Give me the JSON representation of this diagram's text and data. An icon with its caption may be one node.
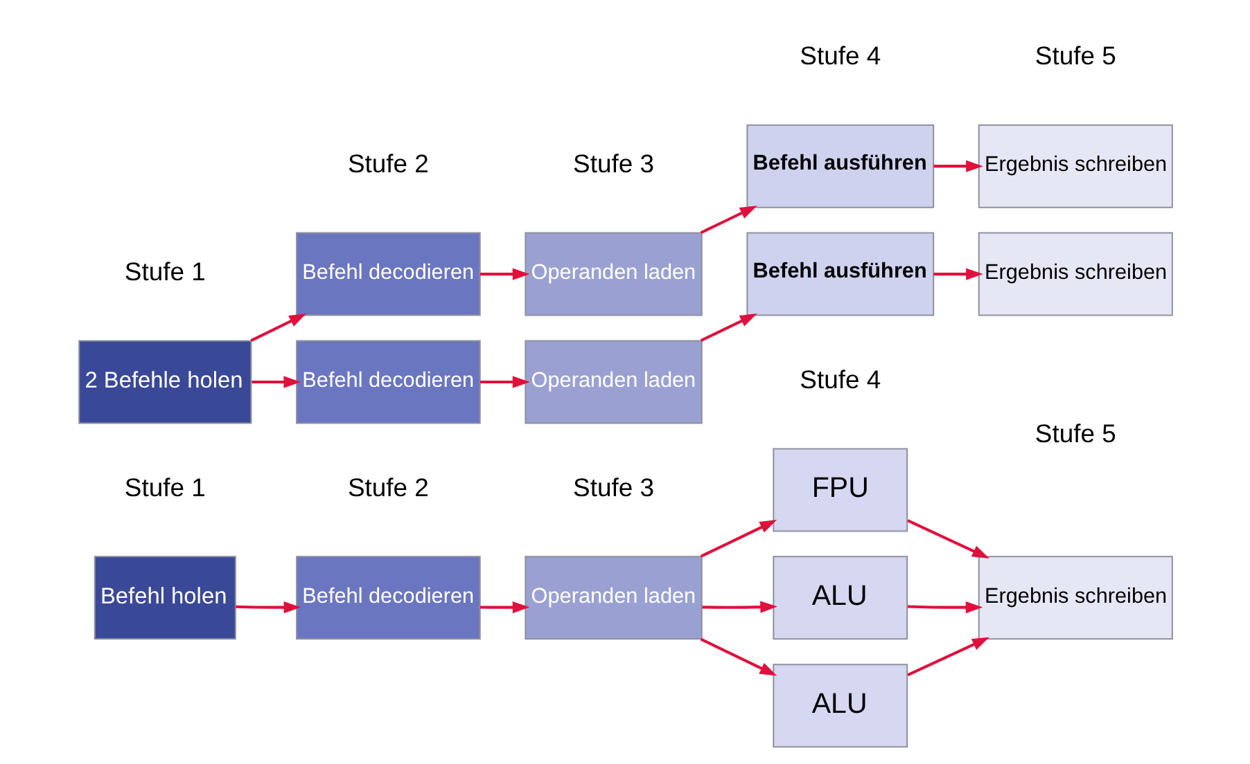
{
  "diagram": {
    "nodes": [
      {
        "text": [
          "2 Befehle holen"
        ]
      },
      {
        "text": [
          "Befehl decodieren"
        ]
      },
      {
        "text": [
          "Operanden laden"
        ]
      },
      {
        "text": [
          "Befehl ausführen"
        ]
      },
      {
        "text": [
          "Ergebnis schreiben"
        ]
      },
      {
        "text": [
          "Befehl decodieren"
        ]
      },
      {
        "text": [
          "Operanden laden"
        ]
      },
      {
        "text": [
          "Befehl ausführen"
        ]
      },
      {
        "text": [
          "Ergebnis schreiben"
        ]
      },
      {
        "text": [
          "Befehl holen"
        ]
      },
      {
        "text": [
          "Befehl decodieren"
        ]
      },
      {
        "text": [
          "Operanden laden"
        ]
      },
      {
        "text": [
          "FPU"
        ]
      },
      {
        "text": [
          "ALU"
        ]
      },
      {
        "text": [
          "ALU"
        ]
      },
      {
        "text": [
          "Ergebnis schreiben"
        ]
      }
    ],
    "edges": [
      {
        "from": 0,
        "to": 1,
        "arrow": "to"
      },
      {
        "from": 1,
        "to": 2,
        "arrow": "to"
      },
      {
        "from": 2,
        "to": 3,
        "arrow": "to"
      },
      {
        "from": 3,
        "to": 4,
        "arrow": "to"
      },
      {
        "from": 0,
        "to": 5,
        "arrow": "to"
      },
      {
        "from": 5,
        "to": 6,
        "arrow": "to"
      },
      {
        "from": 6,
        "to": 7,
        "arrow": "to"
      },
      {
        "from": 7,
        "to": 8,
        "arrow": "to"
      },
      {
        "from": 9,
        "to": 10,
        "arrow": "to"
      },
      {
        "from": 10,
        "to": 11,
        "arrow": "to"
      },
      {
        "from": 11,
        "to": 12,
        "arrow": "to"
      },
      {
        "from": 11,
        "to": 13,
        "arrow": "to"
      },
      {
        "from": 11,
        "to": 14,
        "arrow": "to"
      },
      {
        "from": 12,
        "to": 15,
        "arrow": "to"
      },
      {
        "from": 13,
        "to": 15,
        "arrow": "to"
      },
      {
        "from": 14,
        "to": 15,
        "arrow": "to"
      }
    ],
    "labels": [
      "Stufe 1",
      "Stufe 2",
      "Stufe 3",
      "Stufe 4",
      "Stufe 5",
      "Stufe 4",
      "Stufe 1",
      "Stufe 2",
      "Stufe 3",
      "Stufe 5"
    ]
  }
}
